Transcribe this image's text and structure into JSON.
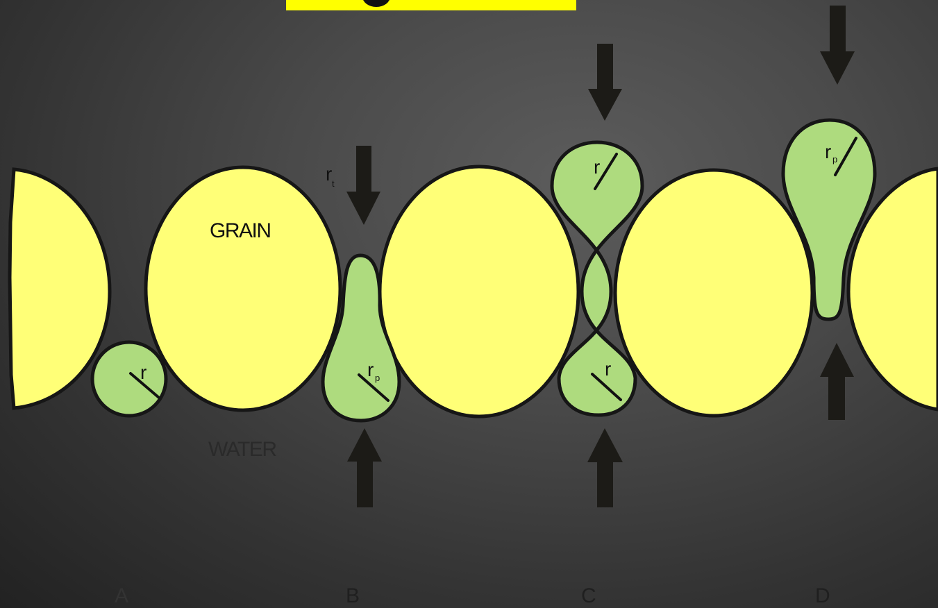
{
  "header_box": {
    "fill": "#ffff00"
  },
  "labels": {
    "grain": "GRAIN",
    "water": "WATER",
    "r": "r",
    "r_p_main": "r",
    "r_p_sub": "p",
    "r_t_main": "r",
    "r_t_sub": "t"
  },
  "stages": [
    "A",
    "B",
    "C",
    "D"
  ],
  "colors": {
    "grain": "#ffff77",
    "oil_globule": "#aedb7e",
    "arrow": "#1c1b17"
  }
}
